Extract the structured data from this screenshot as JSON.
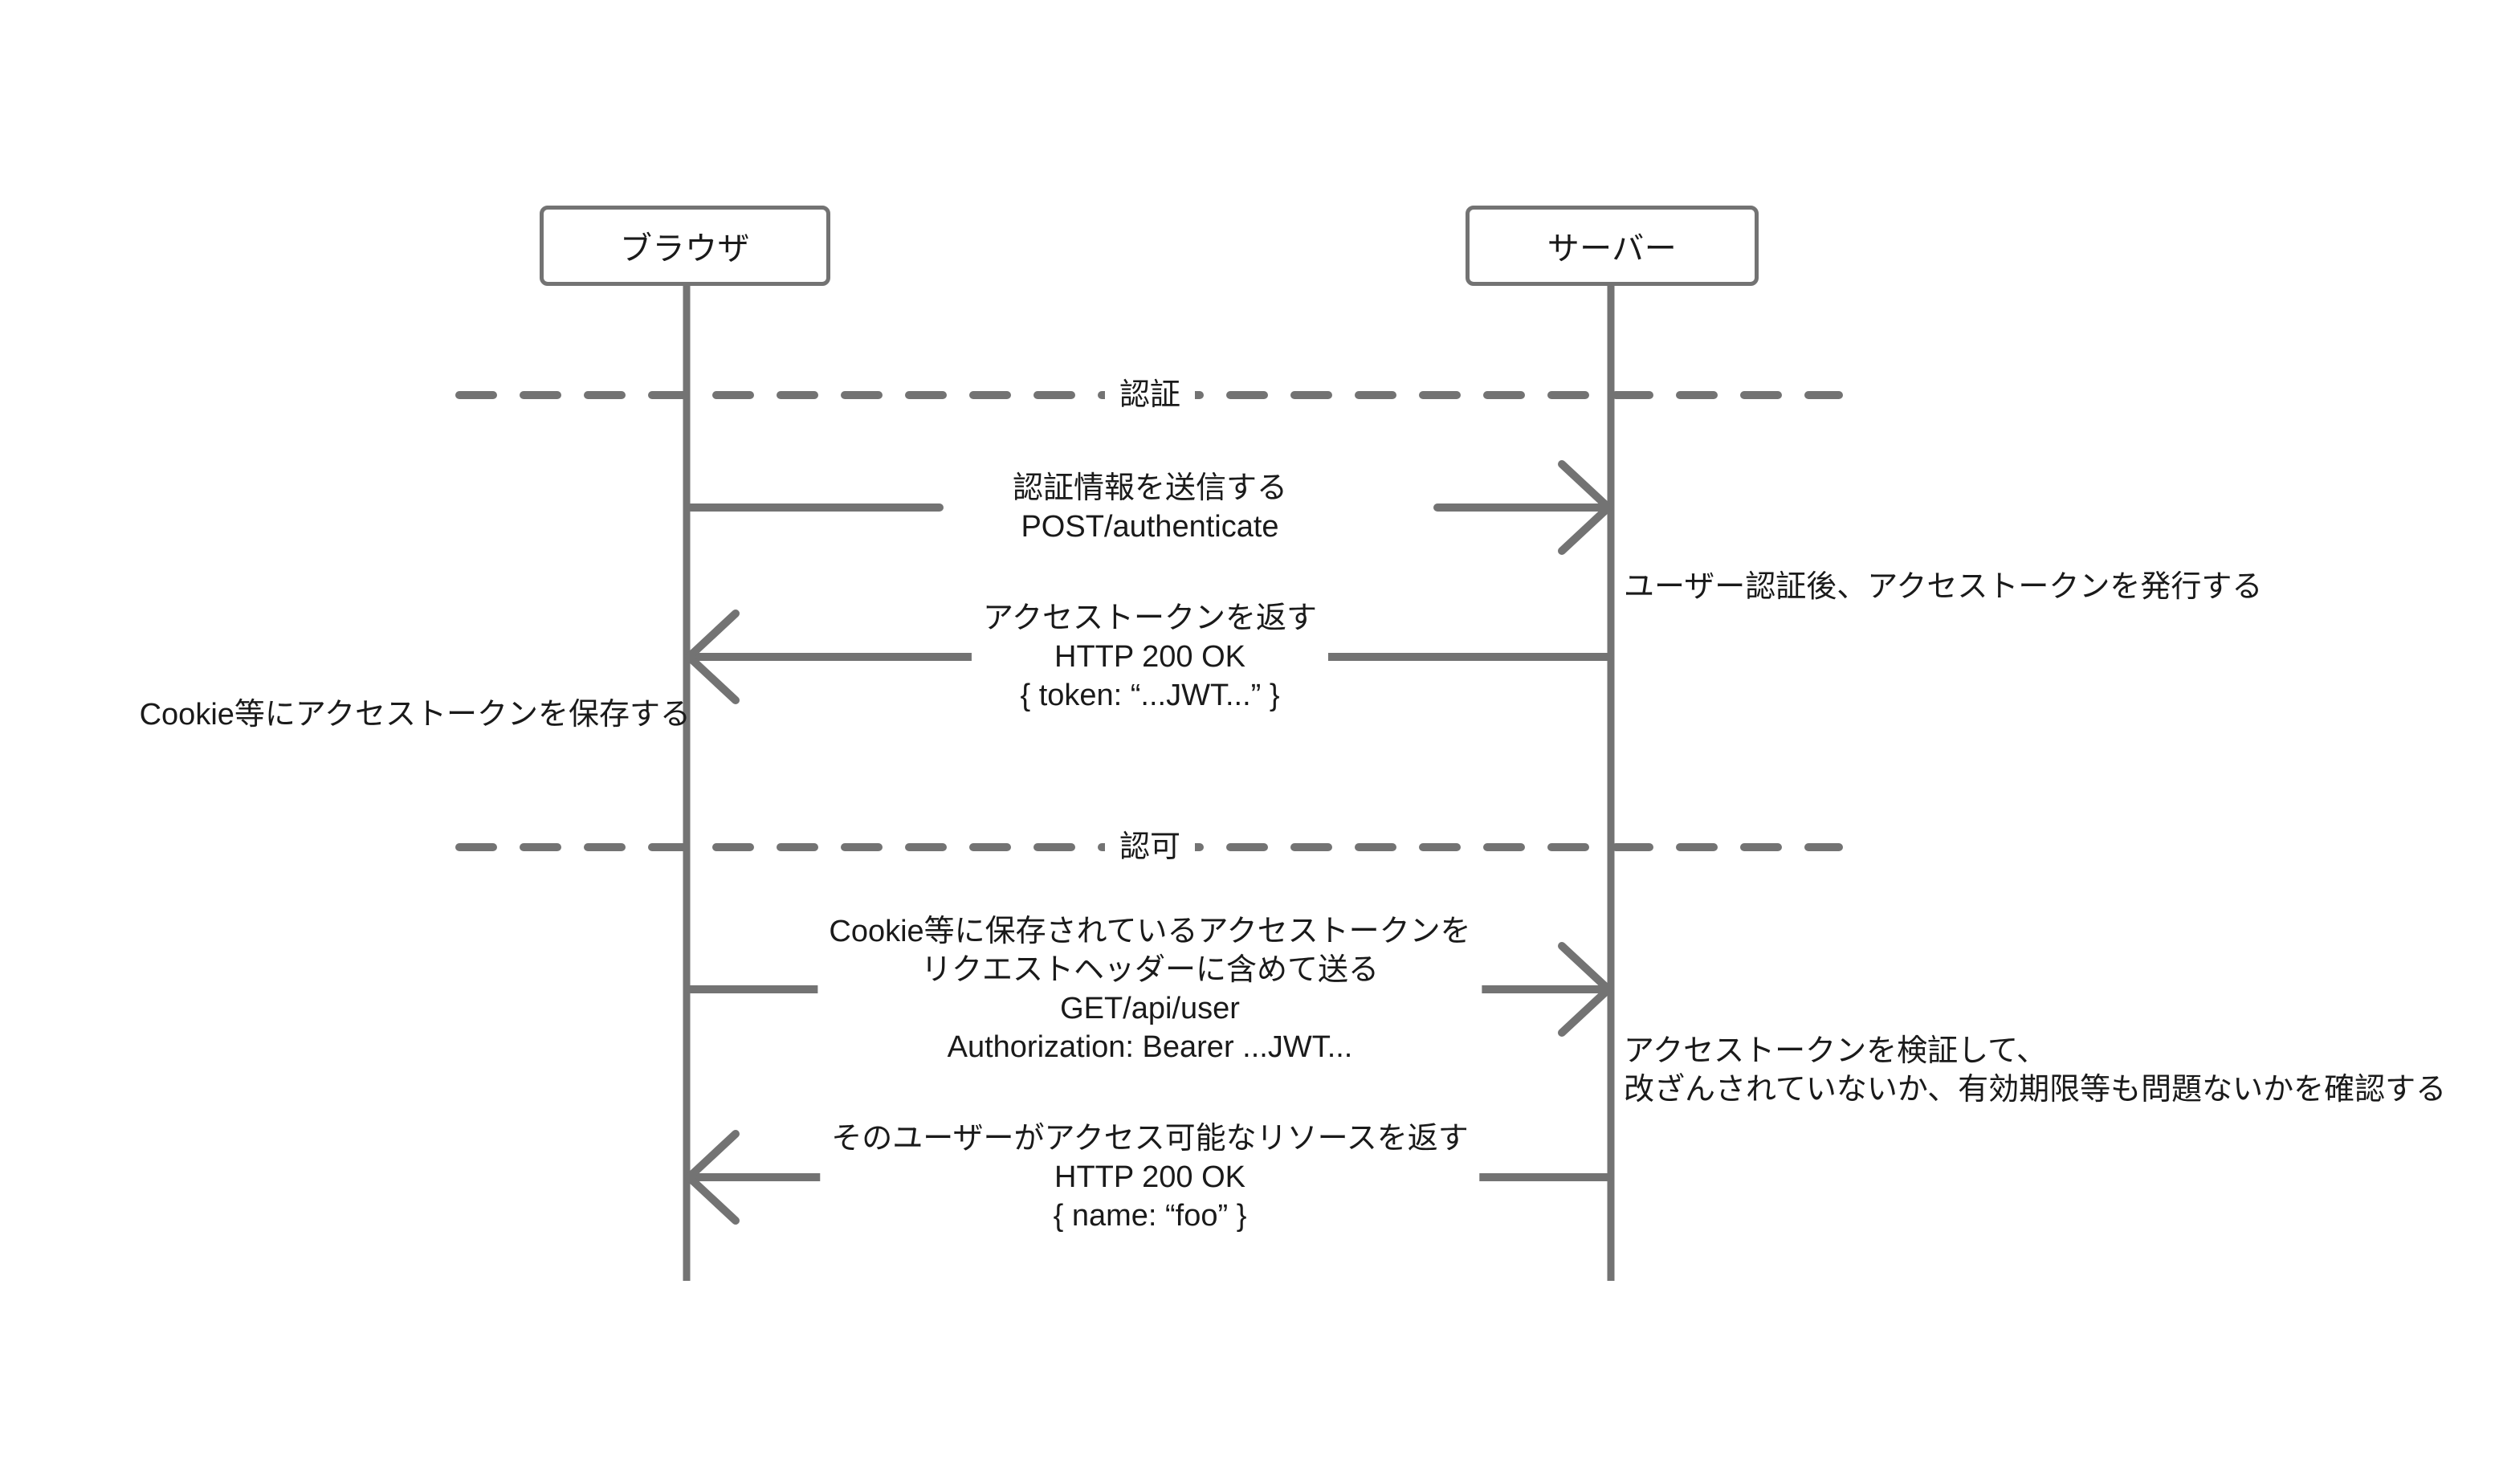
{
  "diagram": {
    "title": "",
    "type": "sequence-diagram",
    "background_color": "#ffffff",
    "line_color": "#737373",
    "text_color": "#1a1a1a",
    "participants": [
      {
        "id": "browser",
        "label": "ブラウザ"
      },
      {
        "id": "server",
        "label": "サーバー"
      }
    ],
    "separators": [
      {
        "id": "sep-auth",
        "label": "認証"
      },
      {
        "id": "sep-authz",
        "label": "認可"
      }
    ],
    "messages": [
      {
        "id": "msg-send-credentials",
        "direction": "browser-to-server",
        "lines": [
          "認証情報を送信する",
          "POST/authenticate"
        ]
      },
      {
        "id": "msg-return-token",
        "direction": "server-to-browser",
        "lines": [
          "アクセストークンを返す",
          "HTTP 200 OK",
          "{ token: “...JWT...” }"
        ]
      },
      {
        "id": "msg-send-token-header",
        "direction": "browser-to-server",
        "lines": [
          "Cookie等に保存されているアクセストークンを",
          "リクエストヘッダーに含めて送る",
          "GET/api/user",
          "Authorization: Bearer ...JWT..."
        ]
      },
      {
        "id": "msg-return-resource",
        "direction": "server-to-browser",
        "lines": [
          "そのユーザーがアクセス可能なリソースを返す",
          "HTTP 200 OK",
          "{ name: “foo” }"
        ]
      }
    ],
    "notes": [
      {
        "id": "note-issue-token",
        "side": "right",
        "anchor": "server",
        "lines": [
          "ユーザー認証後、アクセストークンを発行する"
        ]
      },
      {
        "id": "note-store-token",
        "side": "left",
        "anchor": "browser",
        "lines": [
          "Cookie等にアクセストークンを保存する"
        ]
      },
      {
        "id": "note-verify-token",
        "side": "right",
        "anchor": "server",
        "lines": [
          "アクセストークンを検証して、",
          "改ざんされていないか、有効期限等も問題ないかを確認する"
        ]
      }
    ]
  }
}
